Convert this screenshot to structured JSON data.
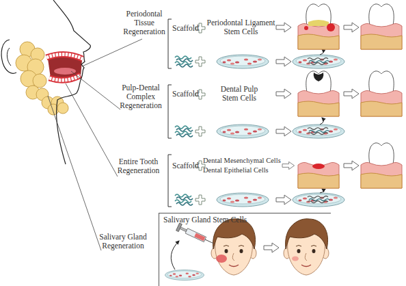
{
  "diagram": {
    "nodes": [
      {
        "text": [
          "Salivary Gland Stem Cells"
        ]
      }
    ],
    "labels": [
      "Periodontal Tissue Regeneration",
      "Scaffold",
      "Periodontal Ligament Stem Cells",
      "Pulp-Dental Complex Regeneration",
      "Scaffold",
      "Dental Pulp Stem Cells",
      "Entire Tooth Regeneration",
      "Scaffold",
      "Dental Mesenchymal Cells",
      "Dental Epithelial Cells",
      "Salivary Gland Regeneration"
    ]
  }
}
